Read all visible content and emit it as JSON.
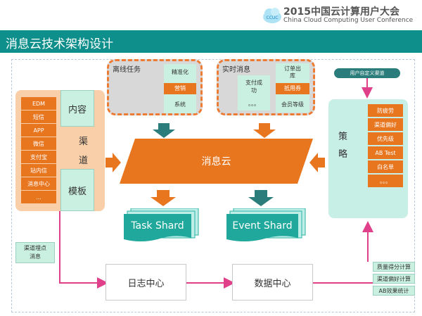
{
  "header": {
    "logo_text": "CCUC",
    "conference_title": "2015中国云计算用户大会",
    "conference_subtitle": "China Cloud Computing User Conference"
  },
  "slide_title": "消息云技术架构设计",
  "channels": {
    "items": [
      "EDM",
      "短信",
      "APP",
      "微信",
      "支付宝",
      "站内信",
      "消息中心",
      "..."
    ],
    "content_label": "内容",
    "channel_label": [
      "渠",
      "道"
    ],
    "template_label": "模板"
  },
  "offline_task": {
    "title": "离线任务",
    "items": [
      "精准化",
      "营销",
      "系统"
    ]
  },
  "realtime_msg": {
    "title": "实时消息",
    "pay_success": [
      "支付成",
      "功"
    ],
    "dots": "。。。",
    "order_out": [
      "订单出",
      "库"
    ],
    "voucher": "抵用券",
    "member_level": "会员等级"
  },
  "user_channel": "用户自定义渠道",
  "strategy": {
    "label": [
      "策",
      "略"
    ],
    "items": [
      "防疲劳",
      "渠道偏好",
      "优先级",
      "AB Test",
      "白名单",
      "。。。"
    ]
  },
  "message_cloud": "消息云",
  "task_shard": "Task Shard",
  "event_shard": "Event Shard",
  "log_center": "日志中心",
  "data_center": "数据中心",
  "burial_msg": [
    "渠道埋点",
    "消息"
  ],
  "metrics": [
    "质量得分计算",
    "渠道偏好计算",
    "AB效果统计"
  ],
  "colors": {
    "teal": "#0f8f8c",
    "orange": "#e8761f",
    "pink": "#e0408a",
    "dark_teal": "#2a7d7a"
  }
}
